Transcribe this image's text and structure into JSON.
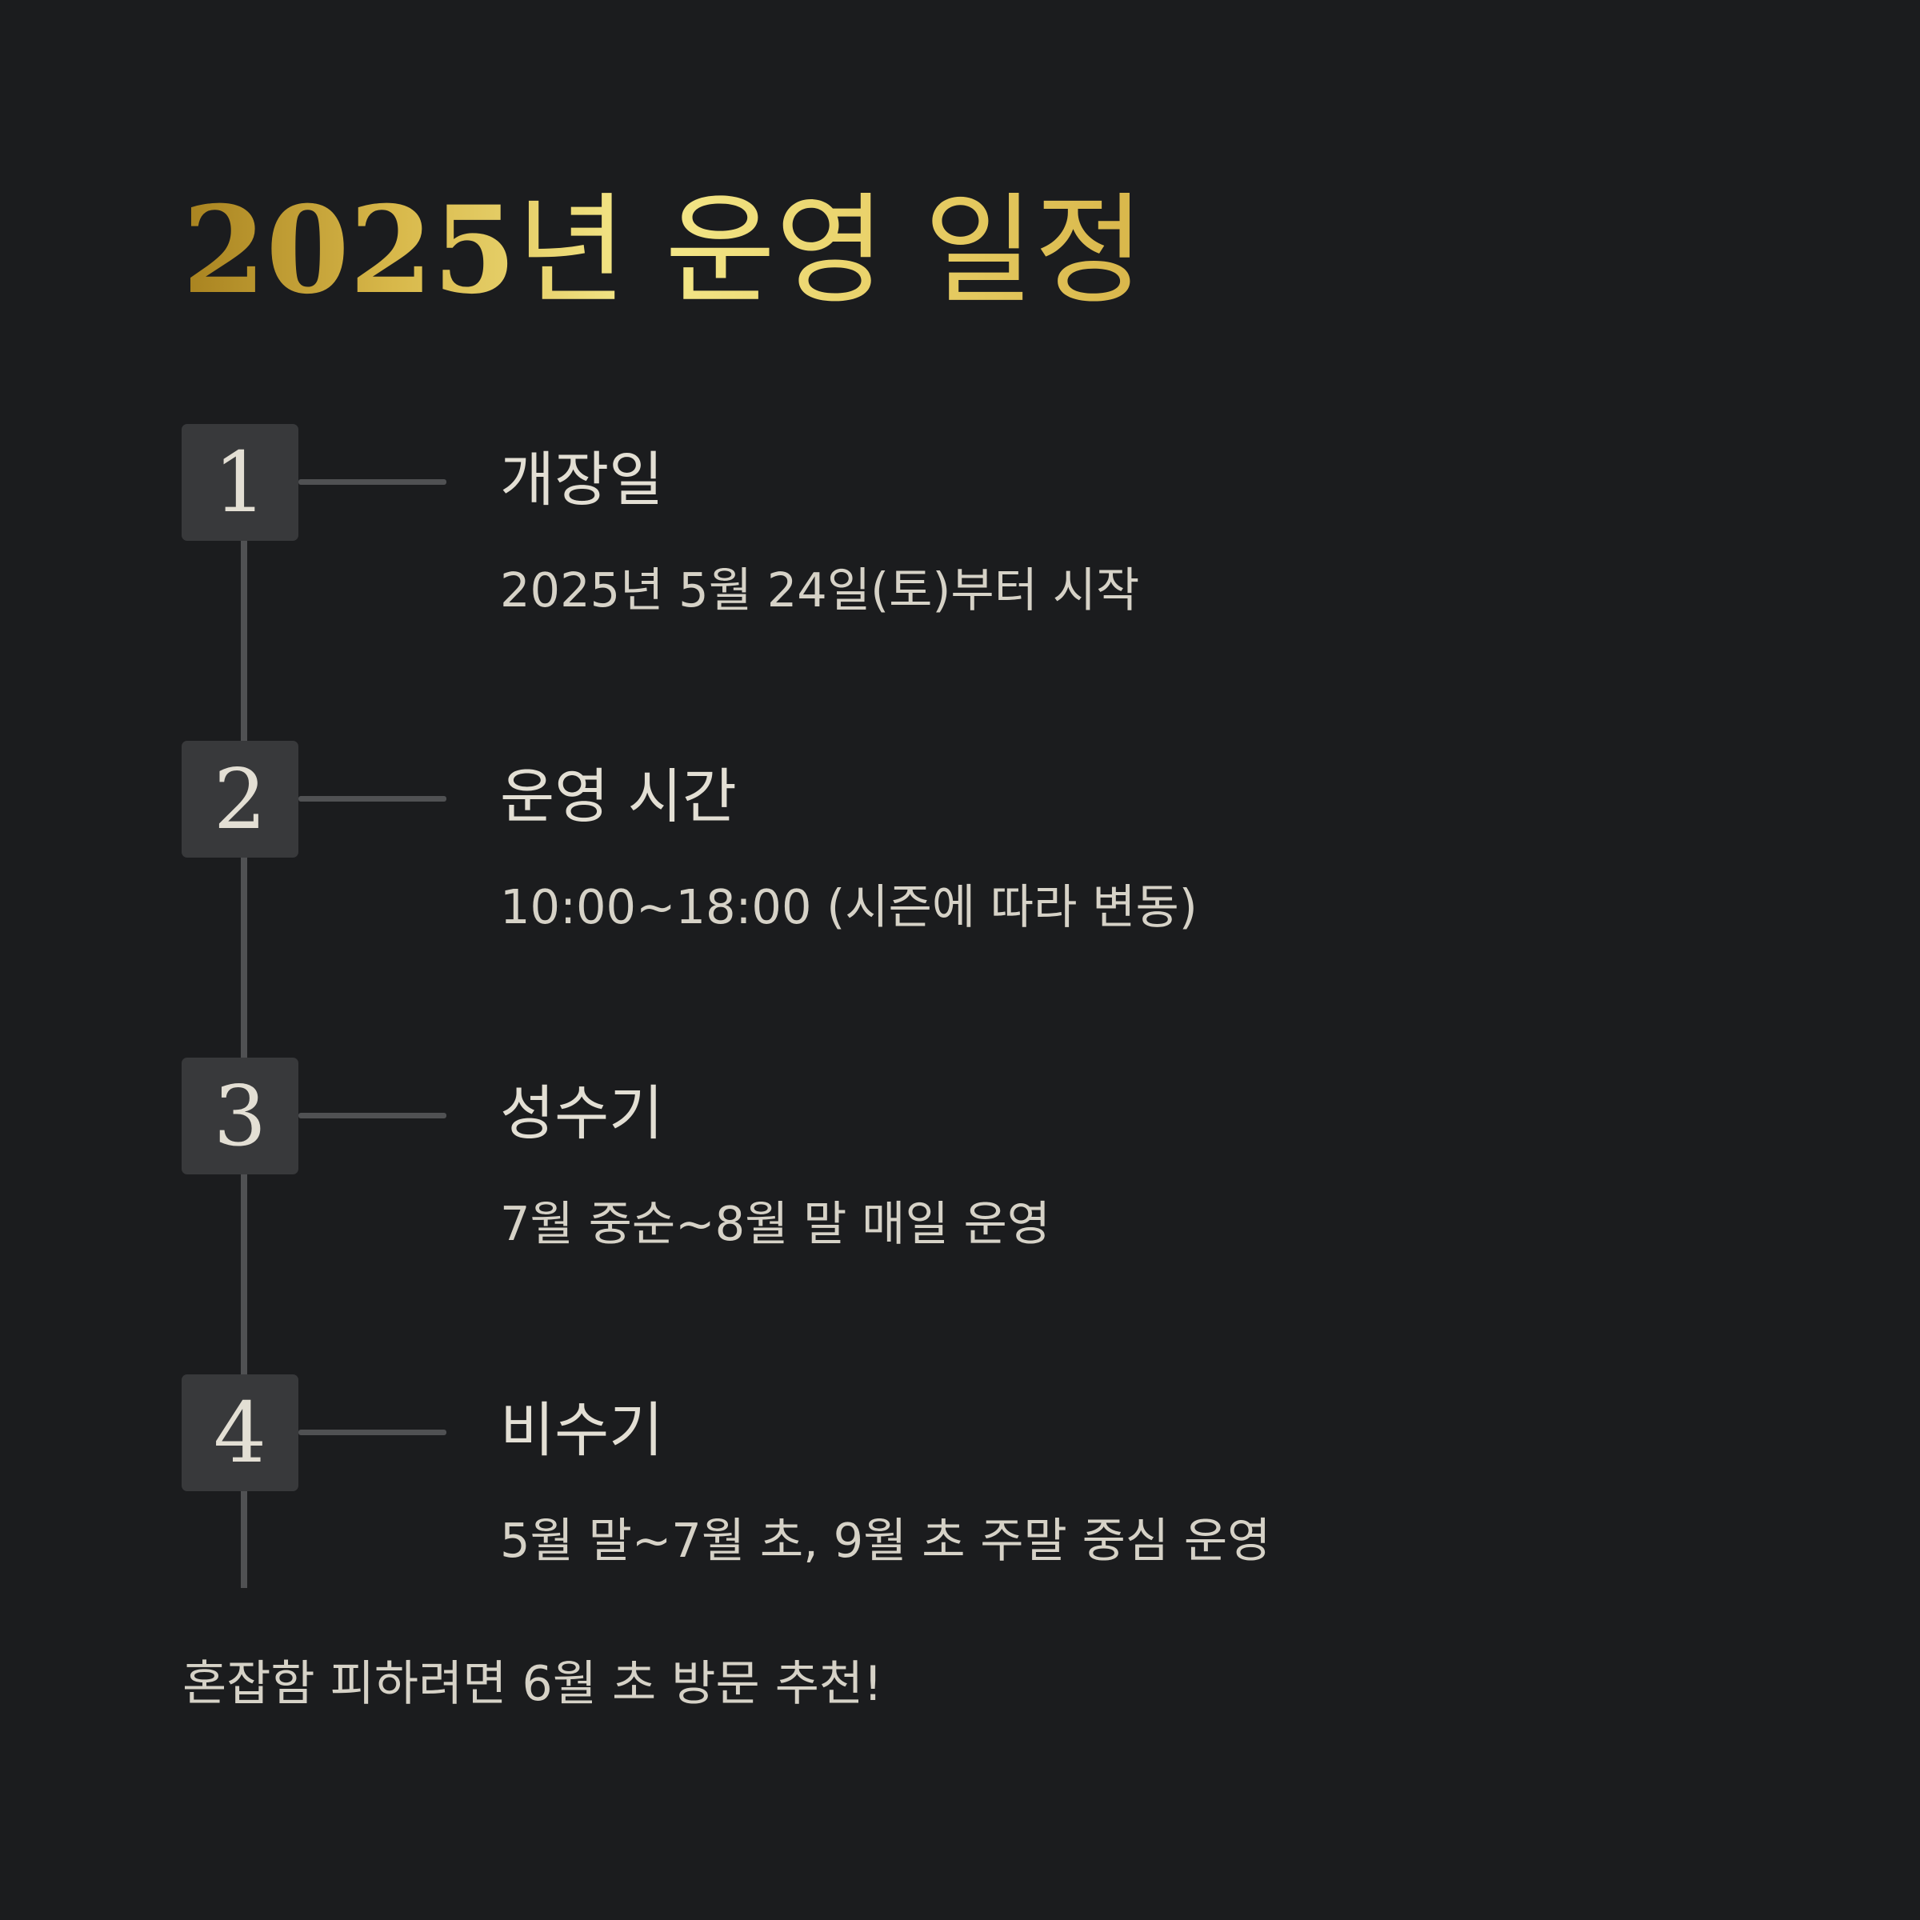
{
  "header": {
    "title_year": "2025",
    "title_rest": "년 운영 일정"
  },
  "steps": [
    {
      "number": "1",
      "heading": "개장일",
      "description": "2025년 5월 24일(토)부터 시작"
    },
    {
      "number": "2",
      "heading": "운영 시간",
      "description": "10:00~18:00 (시즌에 따라 변동)"
    },
    {
      "number": "3",
      "heading": "성수기",
      "description": "7월 중순~8월 말 매일 운영"
    },
    {
      "number": "4",
      "heading": "비수기",
      "description": "5월 말~7월 초, 9월 초 주말 중심 운영"
    }
  ],
  "footer": {
    "note": "혼잡함 피하려면 6월 초 방문 추천!"
  },
  "colors": {
    "background": "#1b1c1e",
    "title_gold_dark": "#a8821f",
    "title_gold_light": "#f4e88a",
    "badge": "#38393b",
    "line": "#505153",
    "text": "#e3dfd4"
  }
}
